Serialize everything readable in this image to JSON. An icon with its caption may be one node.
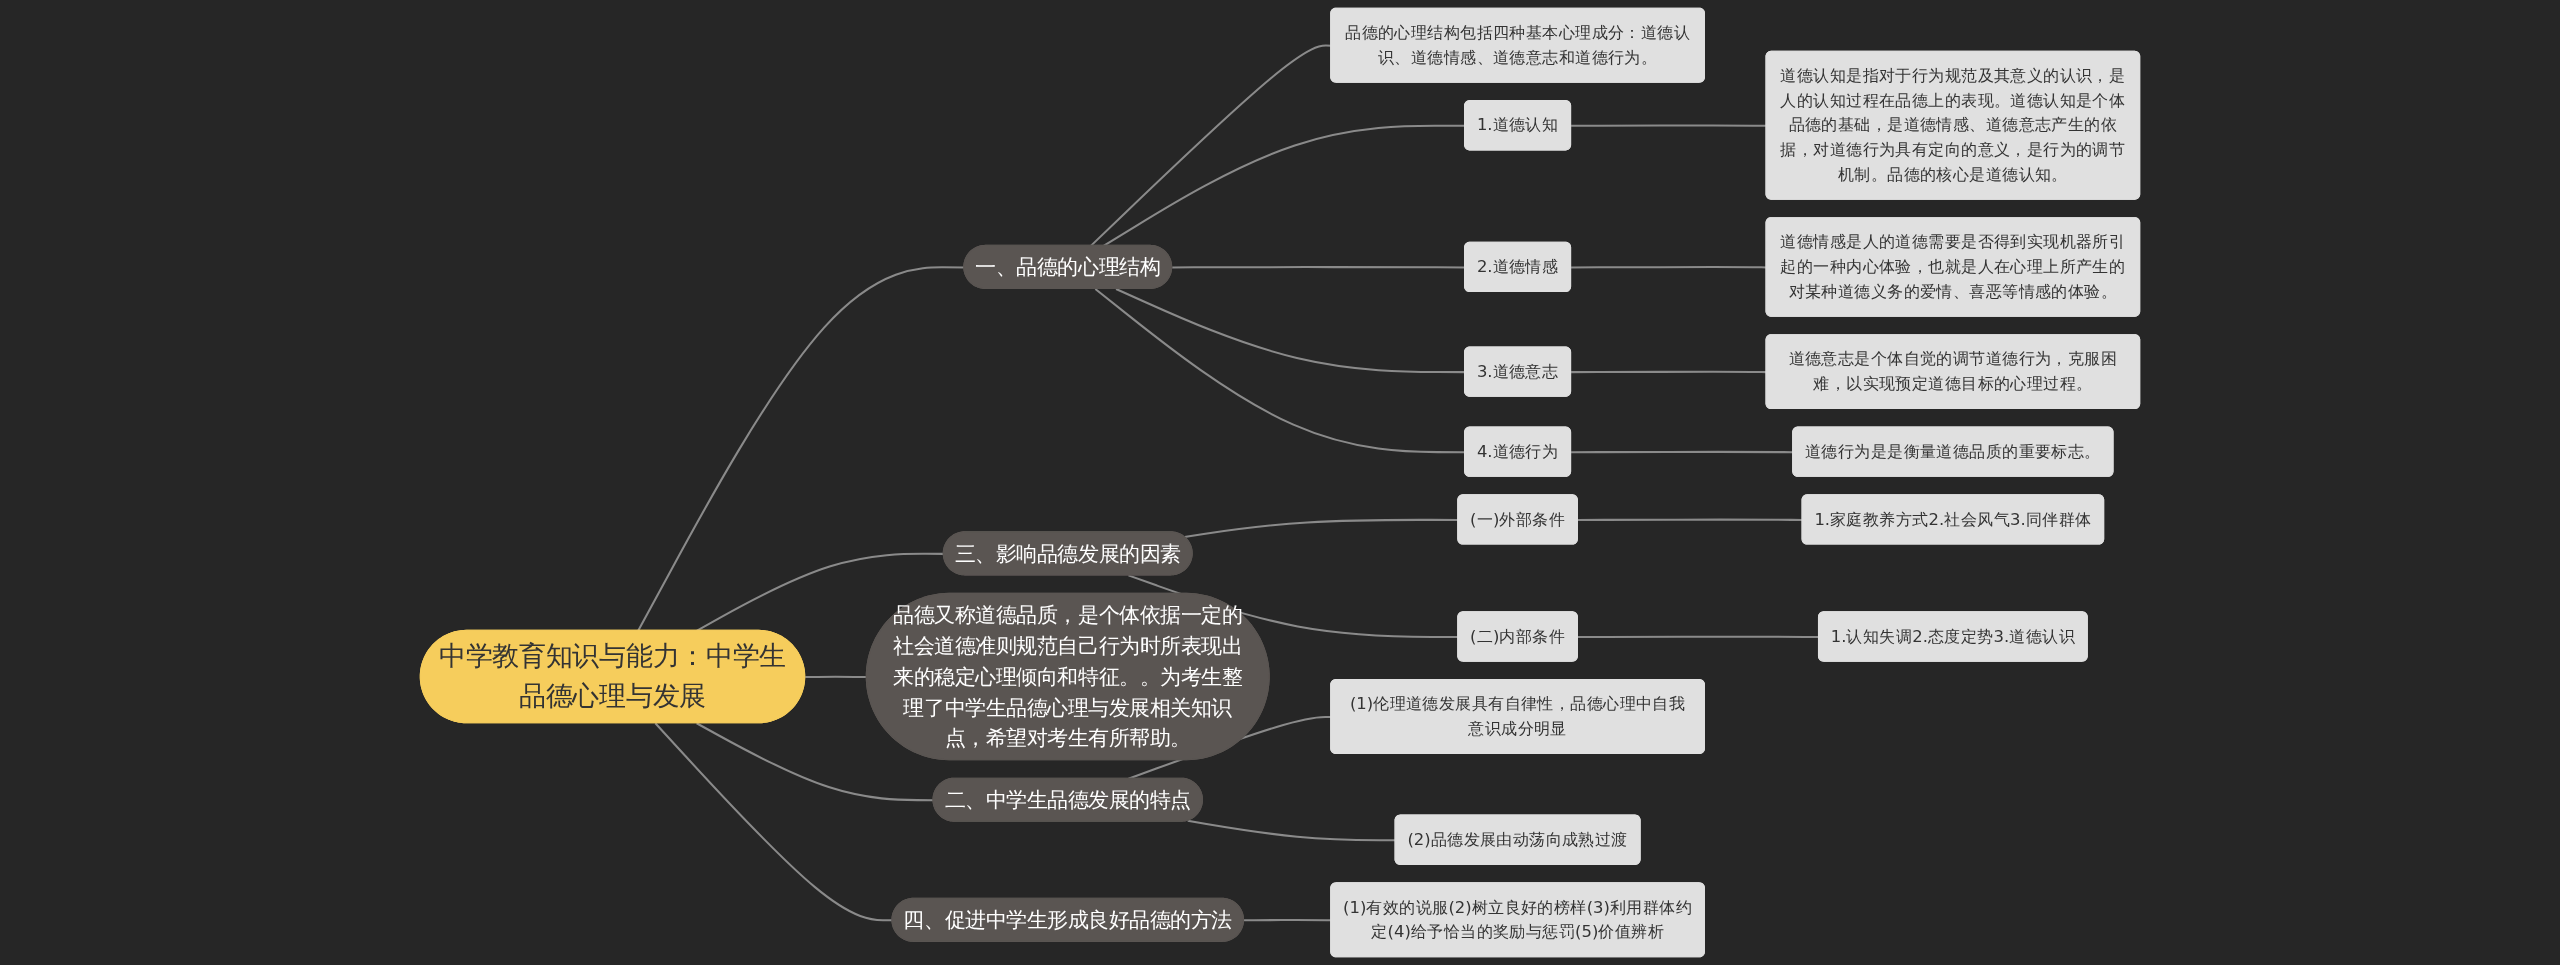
{
  "diagram": {
    "nodes": [
      {
        "text": [
          "中学教育知识与能力：中学生品德心理与发展"
        ]
      },
      {
        "text": [
          "一、品德的心理结构"
        ]
      },
      {
        "text": [
          "品德的心理结构包括四种基本心理成分：道德认识、道德情感、道德意志和道德行为。"
        ]
      },
      {
        "text": [
          "1.道德认知"
        ]
      },
      {
        "text": [
          "道德认知是指对于行为规范及其意义的认识，是人的认知过程在品德上的表现。道德认知是个体品德的基础，是道德情感、道德意志产生的依据，对道德行为具有定向的意义，是行为的调节机制。品德的核心是道德认知。"
        ]
      },
      {
        "text": [
          "2.道德情感"
        ]
      },
      {
        "text": [
          "道德情感是人的道德需要是否得到实现机器所引起的一种内心体验，也就是人在心理上所产生的对某种道德义务的爱情、喜恶等情感的体验。"
        ]
      },
      {
        "text": [
          "3.道德意志"
        ]
      },
      {
        "text": [
          "道德意志是个体自觉的调节道德行为，克服困难，以实现预定道德目标的心理过程。"
        ]
      },
      {
        "text": [
          "4.道德行为"
        ]
      },
      {
        "text": [
          "道德行为是是衡量道德品质的重要标志。"
        ]
      },
      {
        "text": [
          "三、影响品德发展的因素"
        ]
      },
      {
        "text": [
          "(一)外部条件"
        ]
      },
      {
        "text": [
          "1.家庭教养方式2.社会风气3.同伴群体"
        ]
      },
      {
        "text": [
          "(二)内部条件"
        ]
      },
      {
        "text": [
          "1.认知失调2.态度定势3.道德认识"
        ]
      },
      {
        "text": [
          "品德又称道德品质，是个体依据一定的社会道德准则规范自己行为时所表现出来的稳定心理倾向和特征。。为考生整理了中学生品德心理与发展相关知识点，希望对考生有所帮助。"
        ]
      },
      {
        "text": [
          "二、中学生品德发展的特点"
        ]
      },
      {
        "text": [
          "(1)伦理道德发展具有自律性，品德心理中自我意识成分明显"
        ]
      },
      {
        "text": [
          "(2)品德发展由动荡向成熟过渡"
        ]
      },
      {
        "text": [
          "四、促进中学生形成良好品德的方法"
        ]
      },
      {
        "text": [
          "(1)有效的说服(2)树立良好的榜样(3)利用群体约定(4)给予恰当的奖励与惩罚(5)价值辨析"
        ]
      }
    ],
    "edges": [
      {
        "from": 0,
        "to": 1,
        "arrow": "none"
      },
      {
        "from": 1,
        "to": 2,
        "arrow": "none"
      },
      {
        "from": 1,
        "to": 3,
        "arrow": "none"
      },
      {
        "from": 3,
        "to": 4,
        "arrow": "none"
      },
      {
        "from": 1,
        "to": 5,
        "arrow": "none"
      },
      {
        "from": 5,
        "to": 6,
        "arrow": "none"
      },
      {
        "from": 1,
        "to": 7,
        "arrow": "none"
      },
      {
        "from": 7,
        "to": 8,
        "arrow": "none"
      },
      {
        "from": 1,
        "to": 9,
        "arrow": "none"
      },
      {
        "from": 9,
        "to": 10,
        "arrow": "none"
      },
      {
        "from": 0,
        "to": 11,
        "arrow": "none"
      },
      {
        "from": 11,
        "to": 12,
        "arrow": "none"
      },
      {
        "from": 12,
        "to": 13,
        "arrow": "none"
      },
      {
        "from": 11,
        "to": 14,
        "arrow": "none"
      },
      {
        "from": 14,
        "to": 15,
        "arrow": "none"
      },
      {
        "from": 0,
        "to": 16,
        "arrow": "none"
      },
      {
        "from": 0,
        "to": 17,
        "arrow": "none"
      },
      {
        "from": 17,
        "to": 18,
        "arrow": "none"
      },
      {
        "from": 17,
        "to": 19,
        "arrow": "none"
      },
      {
        "from": 0,
        "to": 20,
        "arrow": "none"
      },
      {
        "from": 20,
        "to": 21,
        "arrow": "none"
      }
    ]
  }
}
